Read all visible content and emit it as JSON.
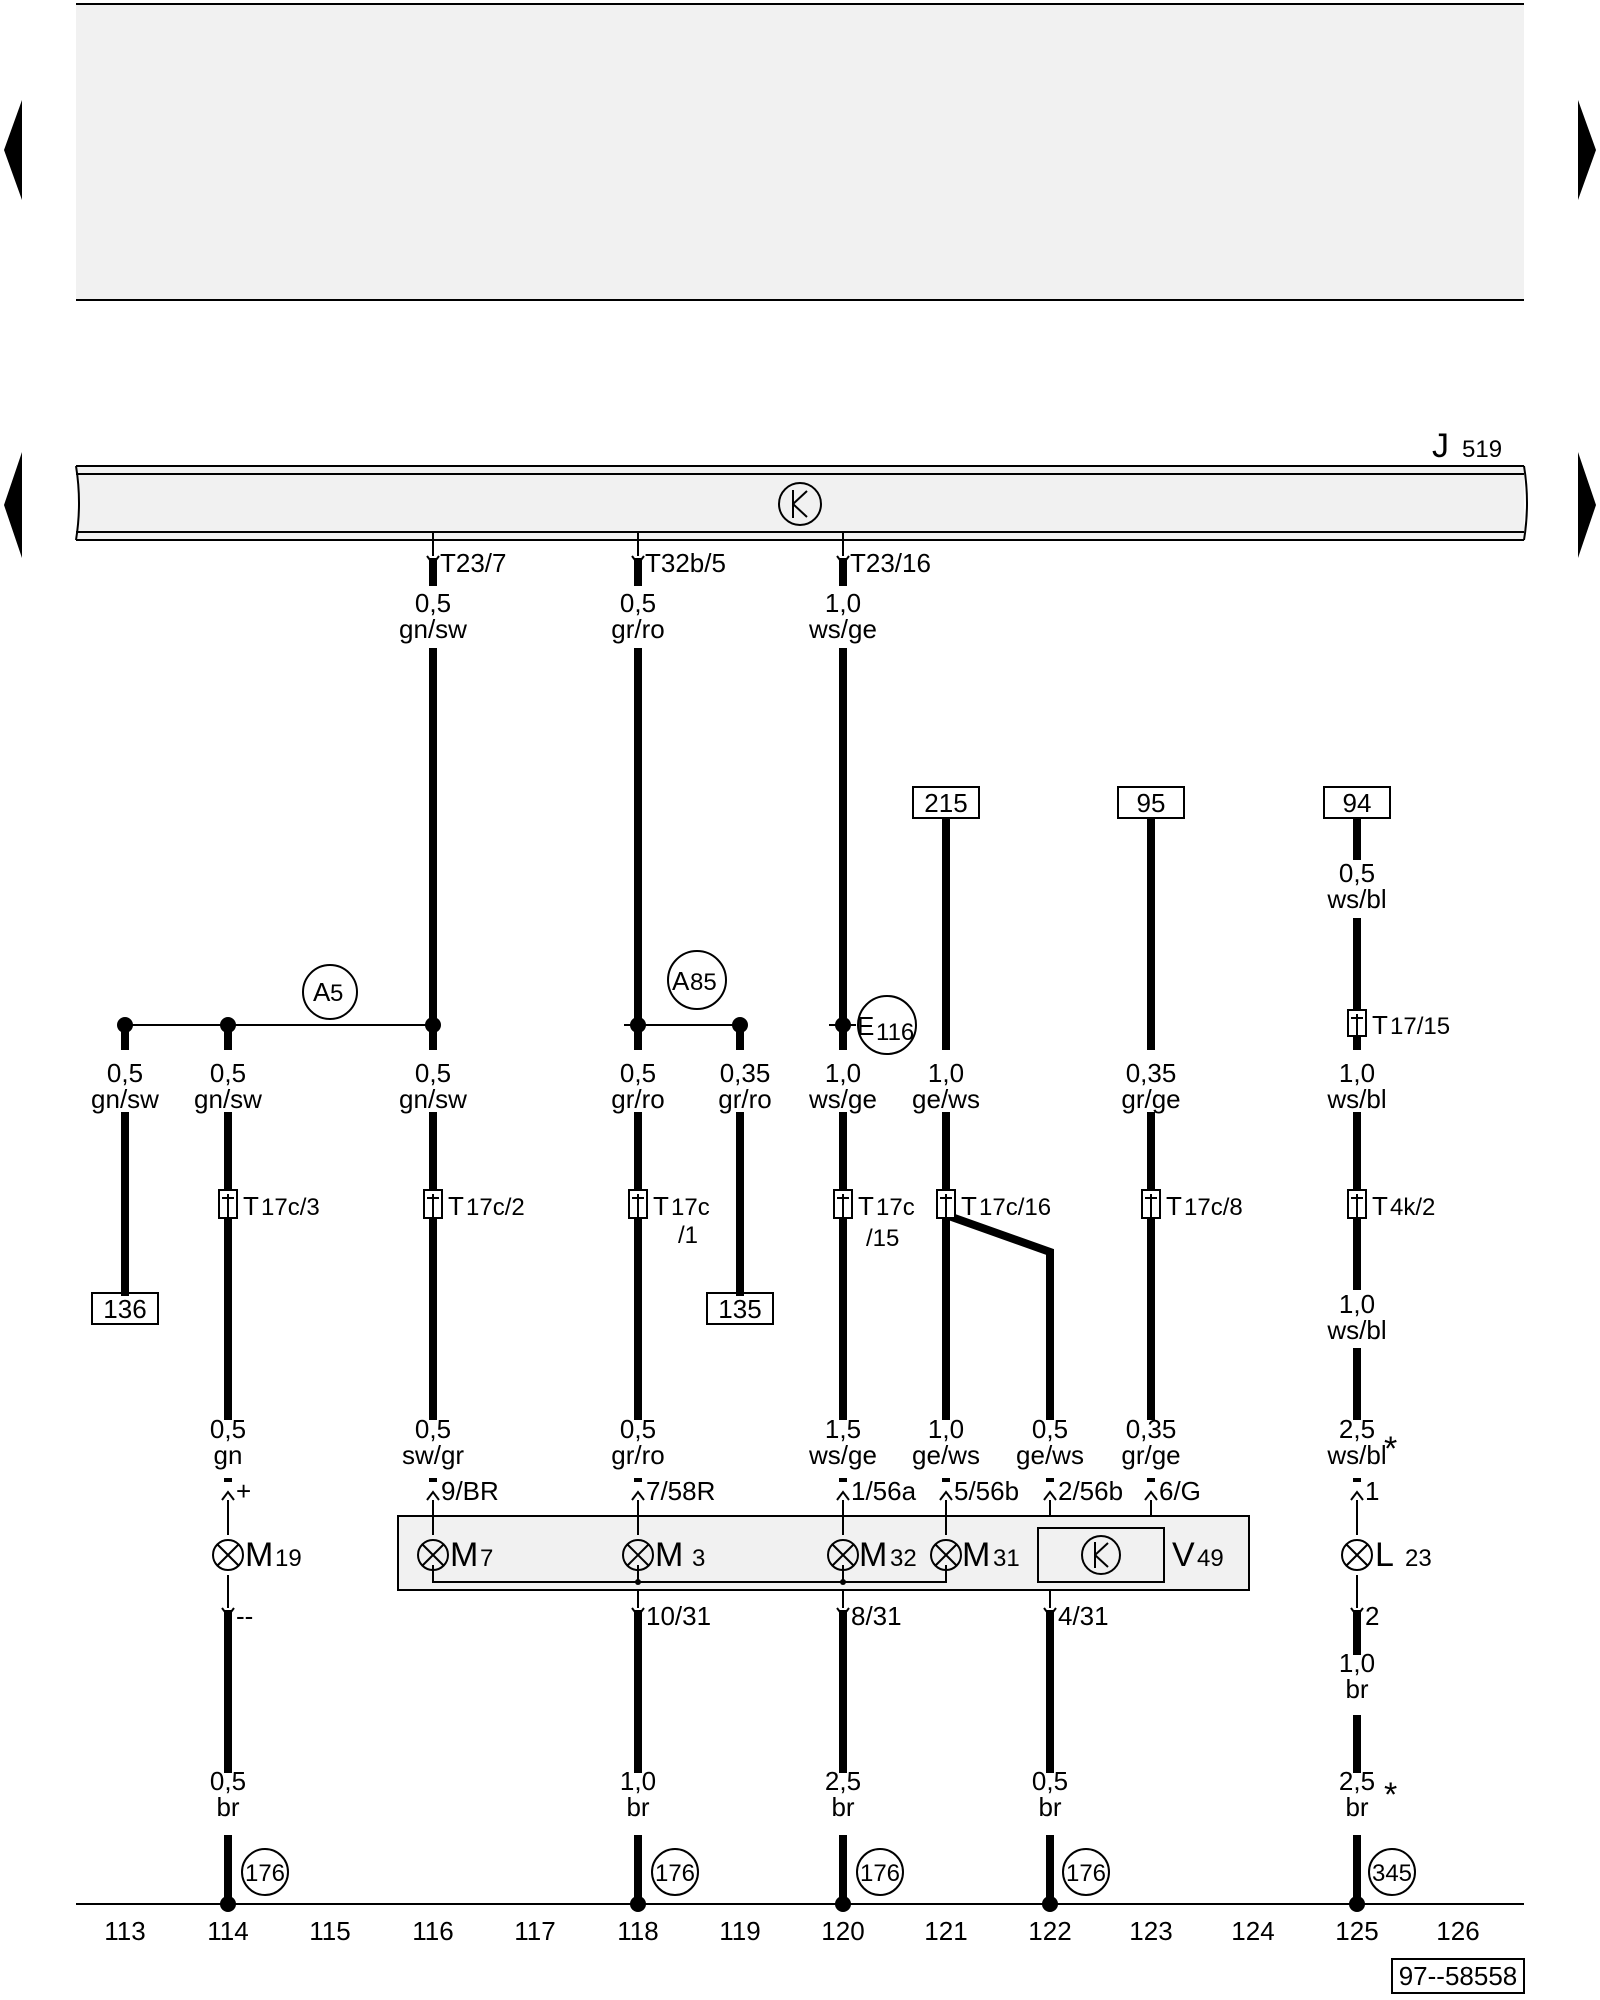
{
  "control_unit": {
    "name": "J",
    "number": "519"
  },
  "bus_pins": [
    "T23/7",
    "T32b/5",
    "T23/16"
  ],
  "junctions": {
    "a5": {
      "main": "A",
      "sub": "5"
    },
    "a85": {
      "main": "A",
      "sub": "85"
    },
    "e116": {
      "main": "E",
      "sub": "116"
    }
  },
  "refs": {
    "r215": "215",
    "r95": "95",
    "r94": "94",
    "r136": "136",
    "r135": "135"
  },
  "wires": {
    "w1": [
      "0,5",
      "gn/sw"
    ],
    "w2": [
      "0,5",
      "gr/ro"
    ],
    "w3": [
      "1,0",
      "ws/ge"
    ],
    "w4": [
      "0,5",
      "ws/bl"
    ],
    "b113": [
      "0,5",
      "gn/sw"
    ],
    "b114": [
      "0,5",
      "gn/sw"
    ],
    "b116": [
      "0,5",
      "gn/sw"
    ],
    "b118": [
      "0,5",
      "gr/ro"
    ],
    "b119": [
      "0,35",
      "gr/ro"
    ],
    "b120": [
      "1,0",
      "ws/ge"
    ],
    "b121": [
      "1,0",
      "ge/ws"
    ],
    "b123": [
      "0,35",
      "gr/ge"
    ],
    "b125": [
      "1,0",
      "ws/bl"
    ],
    "c125": [
      "1,0",
      "ws/bl"
    ],
    "d114": [
      "0,5",
      "gn"
    ],
    "d116": [
      "0,5",
      "sw/gr"
    ],
    "d118": [
      "0,5",
      "gr/ro"
    ],
    "d120": [
      "1,5",
      "ws/ge"
    ],
    "d121": [
      "1,0",
      "ge/ws"
    ],
    "d122": [
      "0,5",
      "ge/ws"
    ],
    "d123": [
      "0,35",
      "gr/ge"
    ],
    "d125": [
      "2,5",
      "ws/bl"
    ],
    "e125": [
      "1,0",
      "br"
    ],
    "f114": [
      "0,5",
      "br"
    ],
    "f118": [
      "1,0",
      "br"
    ],
    "f120": [
      "2,5",
      "br"
    ],
    "f122": [
      "0,5",
      "br"
    ],
    "f125": [
      "2,5",
      "br"
    ]
  },
  "connectors": {
    "t17_15": {
      "main": "T",
      "sub": "17/15"
    },
    "t17c_3": {
      "main": "T",
      "sub": "17c/3"
    },
    "t17c_2": {
      "main": "T",
      "sub": "17c/2"
    },
    "t17c_1": {
      "main": "T",
      "sub": "17c",
      "extra": "/1"
    },
    "t17c_15": {
      "main": "T",
      "sub": "17c",
      "extra": "/15"
    },
    "t17c_16": {
      "main": "T",
      "sub": "17c/16"
    },
    "t17c_8": {
      "main": "T",
      "sub": "17c/8"
    },
    "t4k_2": {
      "main": "T",
      "sub": "4k/2"
    }
  },
  "pins": {
    "m19_plus": "+",
    "m19_minus": "--",
    "m7_top": "9/BR",
    "m3_top": "7/58R",
    "m32_top": "1/56a",
    "m31_top": "5/56b",
    "v49_top": "2/56b",
    "v49_top2": "6/G",
    "l23_top": "1",
    "l23_bot": "2",
    "m3_bot": "10/31",
    "m32_bot": "8/31",
    "v49_bot": "4/31"
  },
  "components": {
    "m19": {
      "main": "M",
      "sub": "19"
    },
    "m7": {
      "main": "M",
      "sub": "7"
    },
    "m3": {
      "main": "M",
      "sub": "3"
    },
    "m32": {
      "main": "M",
      "sub": "32"
    },
    "m31": {
      "main": "M",
      "sub": "31"
    },
    "v49": {
      "main": "V",
      "sub": "49"
    },
    "l23": {
      "main": "L",
      "sub": "23"
    }
  },
  "asterisk": "*",
  "grounds": {
    "g114": "176",
    "g118": "176",
    "g120": "176",
    "g122": "176",
    "g125": "345"
  },
  "columns": [
    "113",
    "114",
    "115",
    "116",
    "117",
    "118",
    "119",
    "120",
    "121",
    "122",
    "123",
    "124",
    "125",
    "126"
  ],
  "doc_code": "97--58558"
}
